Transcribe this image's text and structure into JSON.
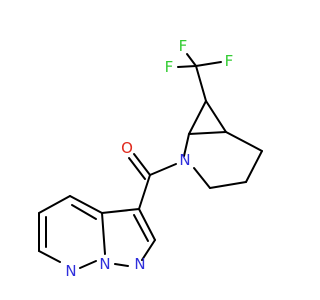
{
  "atoms": {
    "F1": "F",
    "F2": "F",
    "F3": "F",
    "O": "O",
    "N_ring": "N",
    "N_pyrazole": "N",
    "N_bridge": "N",
    "N_pyridazine": "N"
  },
  "colors": {
    "carbon_bond": "#000000",
    "fluorine": "#33cc33",
    "oxygen": "#e02a1d",
    "nitrogen": "#2f2fdc"
  }
}
